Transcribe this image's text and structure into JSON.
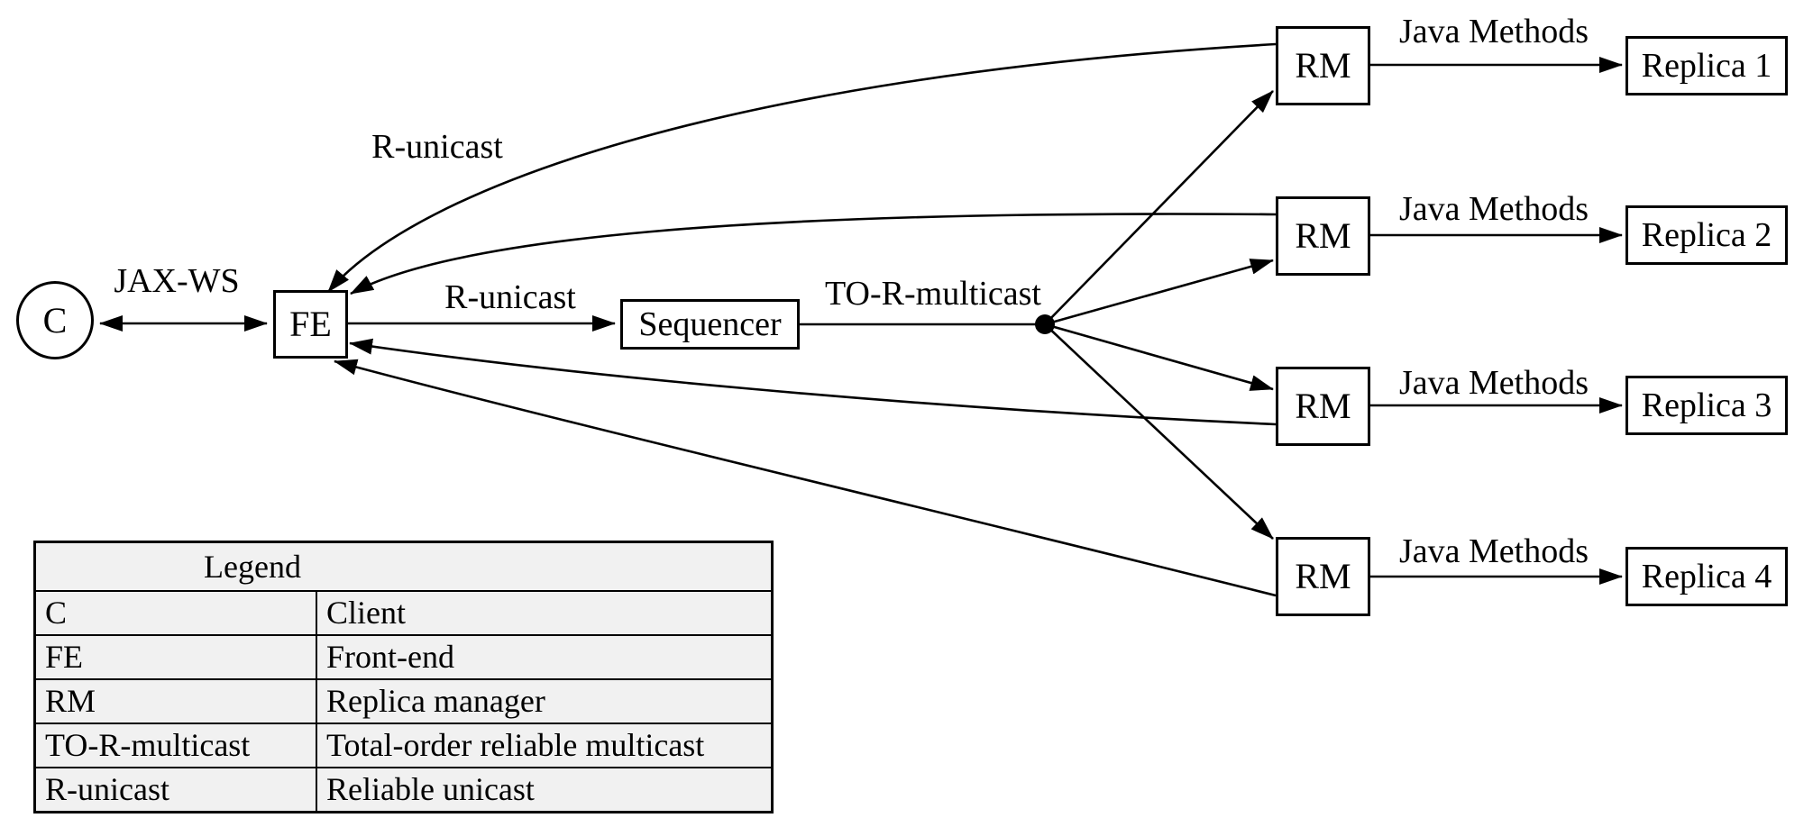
{
  "diagram": {
    "nodes": {
      "client": "C",
      "front_end": "FE",
      "sequencer": "Sequencer",
      "replica_manager": "RM",
      "replicas": [
        "Replica 1",
        "Replica 2",
        "Replica 3",
        "Replica 4"
      ]
    },
    "edge_labels": {
      "client_fe": "JAX-WS",
      "fe_sequencer": "R-unicast",
      "rm_fe_return": "R-unicast",
      "multicast": "TO-R-multicast",
      "rm_replica": "Java Methods"
    }
  },
  "legend": {
    "title": "Legend",
    "rows": [
      {
        "term": "C",
        "definition": "Client"
      },
      {
        "term": "FE",
        "definition": "Front-end"
      },
      {
        "term": "RM",
        "definition": "Replica manager"
      },
      {
        "term": "TO-R-multicast",
        "definition": "Total-order reliable multicast"
      },
      {
        "term": "R-unicast",
        "definition": "Reliable unicast"
      }
    ]
  },
  "colors": {
    "stroke": "#000000",
    "background": "#ffffff",
    "legend_fill": "#f1f1f1"
  }
}
